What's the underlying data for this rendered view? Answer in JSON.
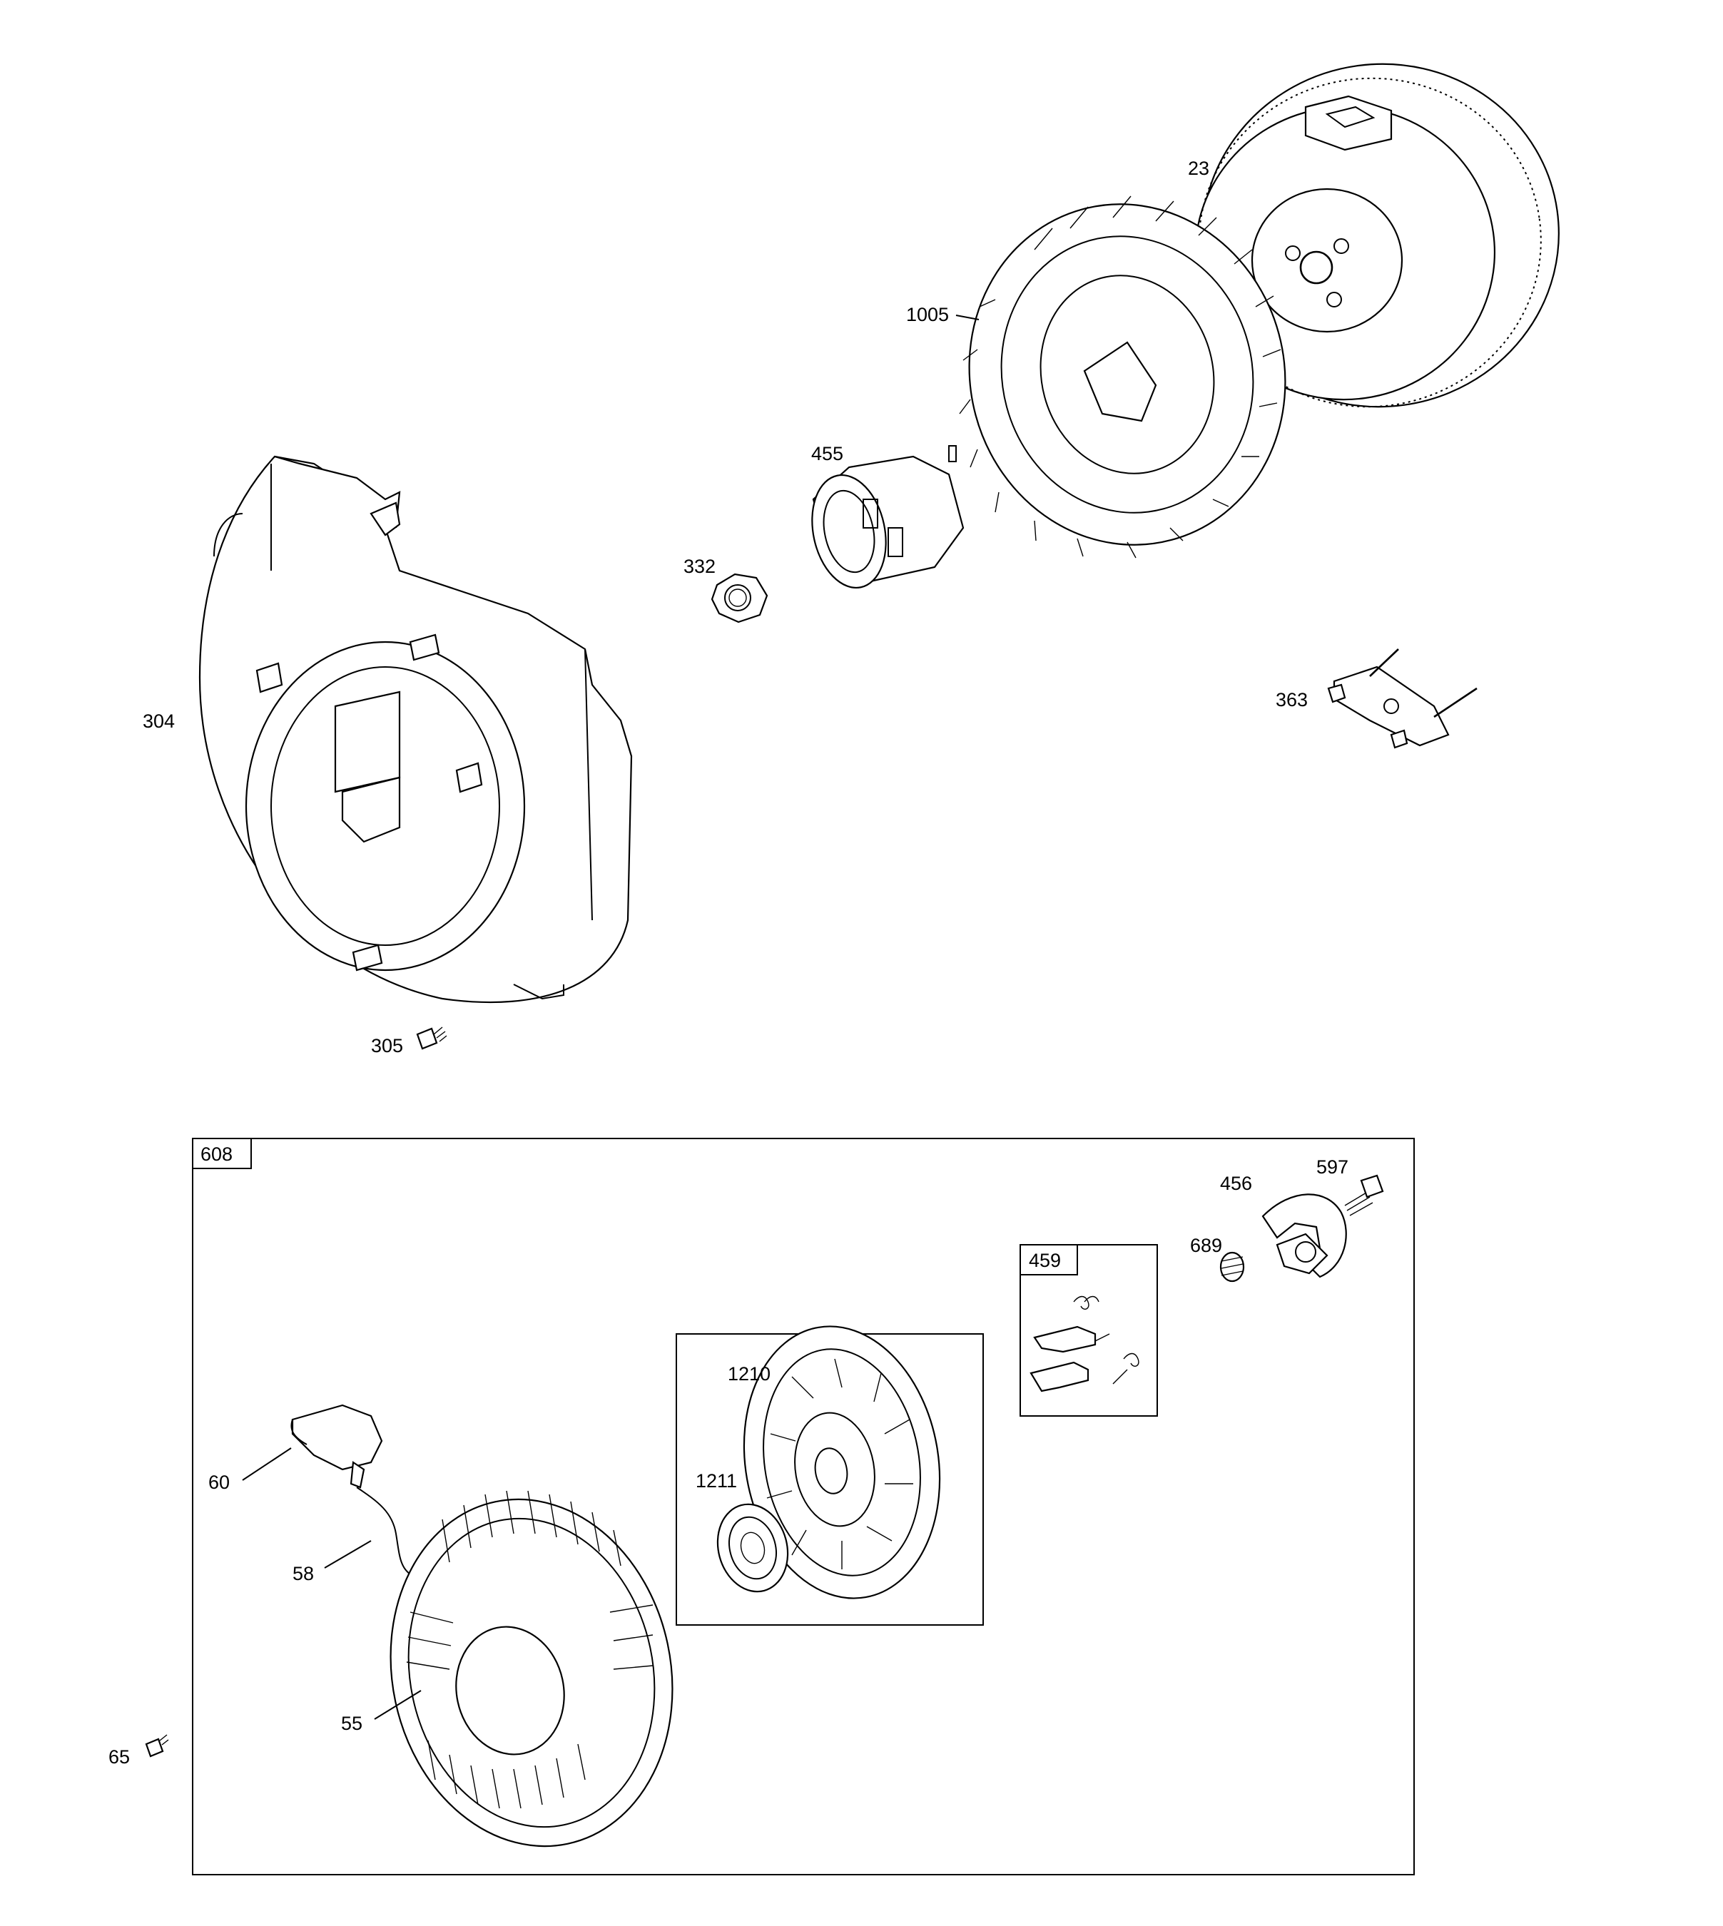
{
  "colors": {
    "line": "#000000",
    "background": "#ffffff"
  },
  "callouts": {
    "p23": "23",
    "p1005": "1005",
    "p455": "455",
    "p332": "332",
    "p304": "304",
    "p363": "363",
    "p305": "305",
    "p65": "65",
    "p60": "60",
    "p58": "58",
    "p55": "55",
    "p1210": "1210",
    "p1211": "1211",
    "p456": "456",
    "p597": "597",
    "p689": "689"
  },
  "kits": {
    "kit608": "608",
    "kit459": "459"
  }
}
